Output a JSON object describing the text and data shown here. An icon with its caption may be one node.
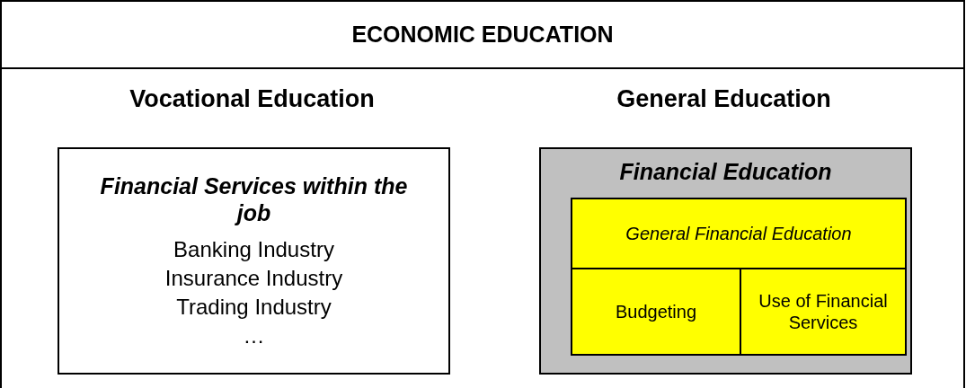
{
  "diagram": {
    "nodes": [
      {
        "text": [
          "ECONOMIC EDUCATION"
        ]
      },
      {
        "text": [
          "Financial Services within the job",
          "Banking Industry",
          "Insurance Industry",
          "Trading Industry",
          "…"
        ],
        "in": 0
      },
      {
        "text": [
          "Financial Education"
        ],
        "in": 0
      },
      {
        "text": [
          "General Financial Education"
        ],
        "in": 2
      },
      {
        "text": [
          "Budgeting"
        ],
        "in": 2
      },
      {
        "text": [
          "Use of Financial Services"
        ],
        "in": 2
      }
    ],
    "labels": [
      "Vocational Education",
      "General Education"
    ]
  }
}
